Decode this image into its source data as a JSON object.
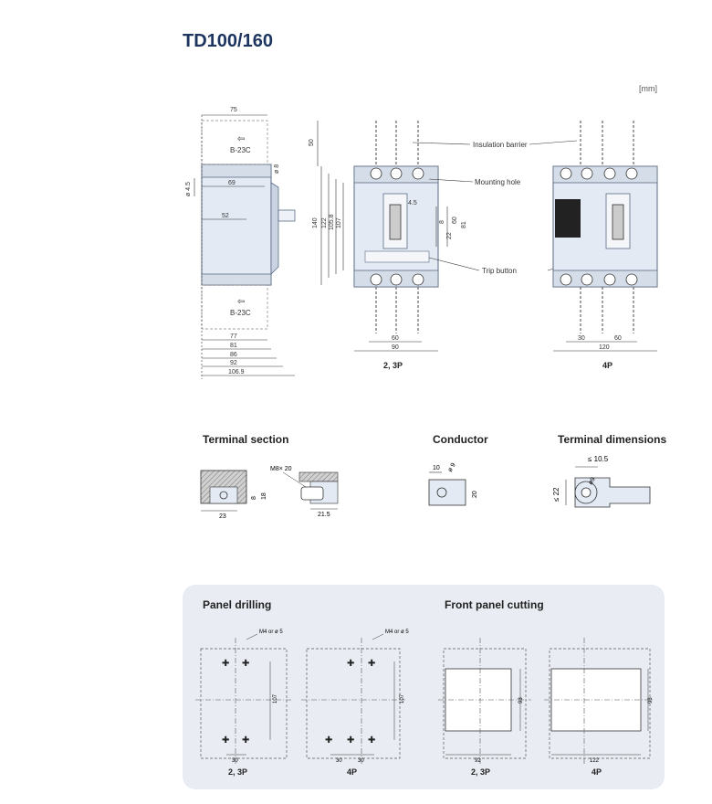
{
  "title": "TD100/160",
  "unit": "[mm]",
  "side_view": {
    "dims": {
      "d75": "75",
      "d45": "ø 4.5",
      "d8": "ø 8",
      "d69": "69",
      "d52": "52",
      "d77": "77",
      "d81": "81",
      "d86": "86",
      "d92": "92",
      "d106": "106.9"
    },
    "label_top": "B-23C",
    "label_bottom": "B-23C"
  },
  "front_3p": {
    "dims": {
      "d50": "50",
      "d140": "140",
      "d122": "122",
      "d1058": "105.8",
      "d107": "107",
      "d45": "4.5",
      "d8": "8",
      "d22": "22",
      "d60v": "60",
      "d81": "81",
      "d60": "60",
      "d90": "90"
    },
    "caption": "2, 3P"
  },
  "front_4p": {
    "dims": {
      "d30": "30",
      "d60": "60",
      "d120": "120"
    },
    "caption": "4P"
  },
  "callouts": {
    "insulation": "Insulation barrier",
    "mounting": "Mounting hole",
    "trip": "Trip button"
  },
  "terminal_section": {
    "heading": "Terminal section",
    "bolt": "M8× 20",
    "d8": "8",
    "d18": "18",
    "d23": "23",
    "d215": "21.5"
  },
  "conductor": {
    "heading": "Conductor",
    "d10": "10",
    "d9": "ø 9",
    "d20": "20"
  },
  "terminal_dims": {
    "heading": "Terminal dimensions",
    "d105": "≤ 10.5",
    "d9": "ø9",
    "d22": "≤ 22"
  },
  "panel": {
    "drilling_heading": "Panel drilling",
    "cutting_heading": "Front panel cutting",
    "screw": "M4 or ø 5",
    "drill_23": {
      "d30": "30",
      "d107": "107",
      "caption": "2, 3P"
    },
    "drill_4": {
      "d30a": "30",
      "d30b": "30",
      "d107": "107",
      "caption": "4P"
    },
    "cut_23": {
      "d92": "92",
      "d93": "93",
      "caption": "2, 3P"
    },
    "cut_4": {
      "d122": "122",
      "d93": "93",
      "caption": "4P"
    }
  },
  "colors": {
    "body": "#e3eaf4",
    "bodyEdge": "#5a6b84",
    "title": "#1e3560",
    "panel_bg": "#e9edf3",
    "dark": "#222"
  }
}
